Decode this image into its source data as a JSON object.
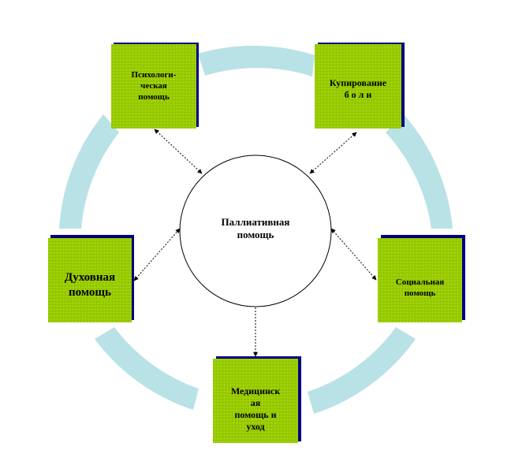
{
  "center": {
    "label": "Паллиативная\nпомощь"
  },
  "nodes": {
    "psychological": {
      "label": "Психологи-\nческая\nпомощь"
    },
    "pain_relief": {
      "label": "Купирование\nб о л и"
    },
    "spiritual": {
      "label": "Духовная\nпомощь"
    },
    "social": {
      "label": "Социальная\nпомощь"
    },
    "medical": {
      "label": "Медицинск\nая\nпомощь  и\nуход"
    }
  },
  "colors": {
    "box_fill": "#99cc00",
    "box_shadow": "#000080",
    "ring": "#b8e2e6",
    "background": "#ffffff"
  }
}
